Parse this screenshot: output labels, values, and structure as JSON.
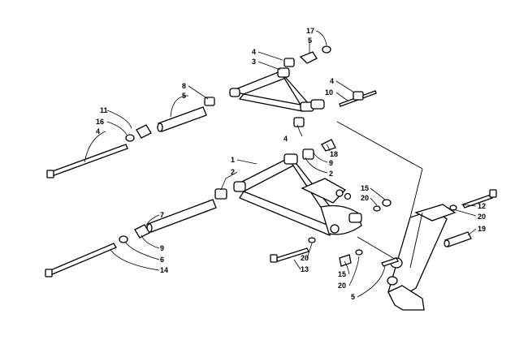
{
  "diagram": {
    "callouts": [
      "17",
      "5",
      "4",
      "3",
      "4",
      "10",
      "4",
      "8",
      "5",
      "11",
      "16",
      "4",
      "18",
      "9",
      "2",
      "1",
      "2",
      "15",
      "20",
      "12",
      "20",
      "19",
      "7",
      "9",
      "6",
      "14",
      "20",
      "13",
      "15",
      "20",
      "5"
    ]
  }
}
